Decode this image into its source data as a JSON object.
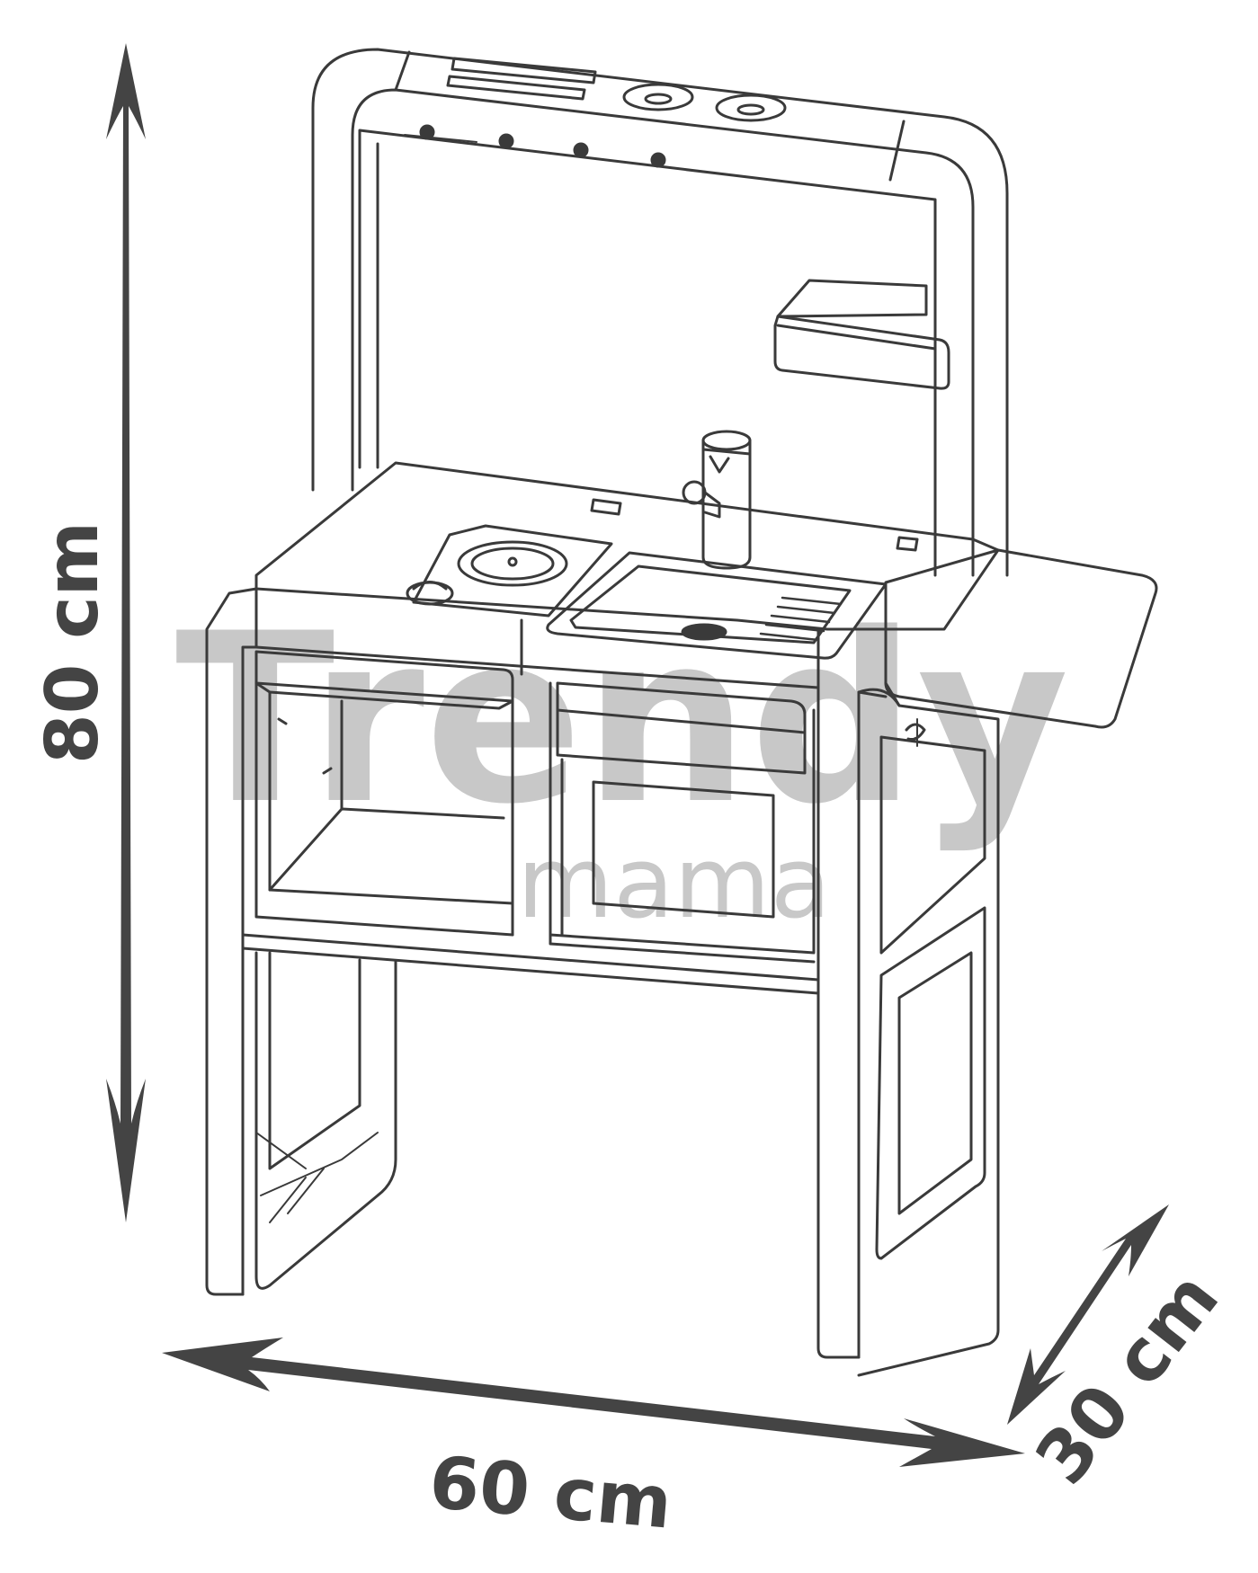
{
  "dimensions": {
    "height_label": "80 cm",
    "width_label": "60 cm",
    "depth_label": "30 cm"
  },
  "watermark": {
    "brand": "Trendy",
    "sub": "mama"
  },
  "colors": {
    "line": "#3a3a3a",
    "dimension": "#444444",
    "watermark": "#c8c8c8"
  }
}
